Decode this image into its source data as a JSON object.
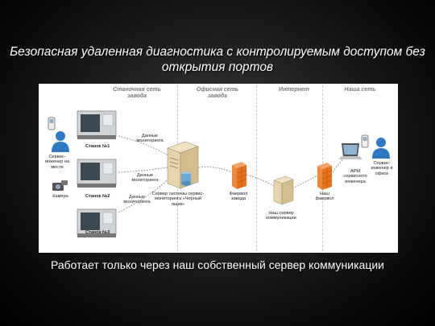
{
  "title": "Безопасная удаленная диагностика с контролируемым доступом без открытия портов",
  "subtitle": "Работает только через наш собственный сервер коммуникации",
  "zones": {
    "machine": "Станочная сеть завода",
    "office": "Офисная сеть завода",
    "internet": "Интернет",
    "ours": "Наша сеть"
  },
  "labels": {
    "engineer_site": "Сервис-инженер на месте",
    "camera": "Камера",
    "machine1": "Станок №1",
    "machine2": "Станок №2",
    "machine3": "Станок №3",
    "monitoring_data": "Данные мониторинга",
    "server_blackbox": "Сервер системы сервис-мониторинга «Черный ящик»",
    "factory_firewall": "Фаервол завода",
    "comm_server": "Наш сервер коммуникации",
    "our_firewall": "Наш фаервол",
    "workstation": "АРМ сервисного инженера",
    "engineer_office": "Сервис-инженер в офисе"
  },
  "colors": {
    "firewall": "#e8731e",
    "engineer": "#2f78c4",
    "server": "#d9c49a",
    "database": "#6aa7d6"
  }
}
